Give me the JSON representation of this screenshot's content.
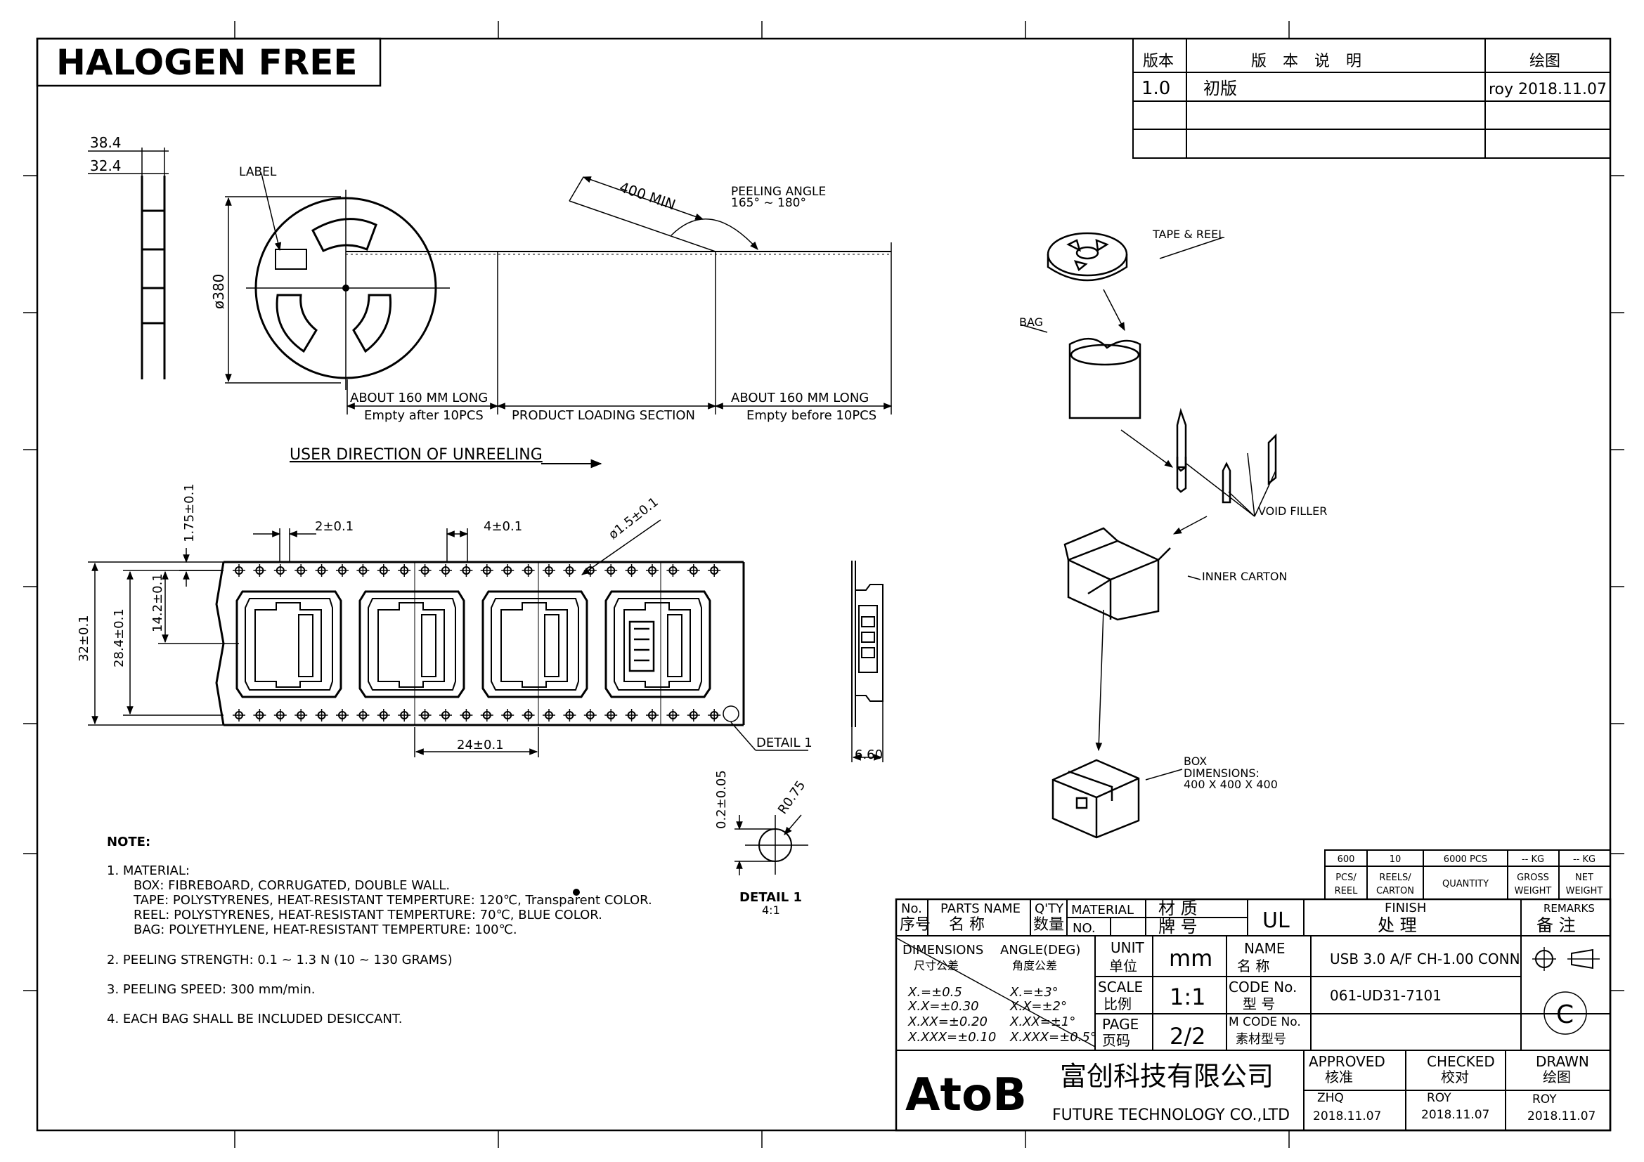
{
  "header": {
    "halogen_free": "HALOGEN FREE"
  },
  "revision_table": {
    "col_version": "版本",
    "col_description": "版 本 说 明",
    "col_drawn": "绘图",
    "row": {
      "version": "1.0",
      "description": "初版",
      "drawn": "roy 2018.11.07"
    }
  },
  "reel_view": {
    "dim_width_outer": "38.4",
    "dim_width_inner": "32.4",
    "label": "LABEL",
    "diameter": "ø380",
    "length_400": "400 MIN",
    "peeling_angle_title": "PEELING ANGLE",
    "peeling_angle_value": "165° ~ 180°",
    "about_left": "ABOUT 160 MM LONG",
    "empty_after": "Empty after 10PCS",
    "loading_section": "PRODUCT LOADING SECTION",
    "about_right": "ABOUT 160 MM LONG",
    "empty_before": "Empty before 10PCS",
    "user_direction": "USER DIRECTION OF UNREELING"
  },
  "tape_view": {
    "dim_1_75": "1.75±0.1",
    "dim_2": "2±0.1",
    "dim_4": "4±0.1",
    "dim_hole": "ø1.5±0.1",
    "dim_14_2": "14.2±0.1",
    "dim_28_4": "28.4±0.1",
    "dim_32": "32±0.1",
    "dim_24": "24±0.1",
    "detail_ref": "DETAIL 1",
    "side_660": "6.60",
    "detail_0_2": "0.2±0.05",
    "detail_r": "R0.75",
    "detail_title": "DETAIL 1",
    "detail_scale": "4:1"
  },
  "packing": {
    "tape_reel": "TAPE & REEL",
    "bag": "BAG",
    "void_filler": "VOID FILLER",
    "inner_carton": "INNER CARTON",
    "box": "BOX",
    "box_dims_label": "DIMENSIONS:",
    "box_dims": "400 X 400 X 400"
  },
  "notes": {
    "title": "NOTE:",
    "n1": "1. MATERIAL:",
    "n1_box": "BOX: FIBREBOARD, CORRUGATED, DOUBLE WALL.",
    "n1_tape": "TAPE: POLYSTYRENES, HEAT-RESISTANT TEMPERTURE: 120℃, Transparent COLOR.",
    "n1_reel": "REEL: POLYSTYRENES, HEAT-RESISTANT TEMPERTURE: 70℃, BLUE COLOR.",
    "n1_bag": "BAG: POLYETHYLENE, HEAT-RESISTANT TEMPERTURE: 100℃.",
    "n2": "2. PEELING STRENGTH: 0.1 ~ 1.3 N (10 ~ 130 GRAMS)",
    "n3": "3. PEELING SPEED: 300 mm/min.",
    "n4": "4. EACH BAG SHALL BE INCLUDED DESICCANT."
  },
  "quantity_table": {
    "pcs_reel_val": "600",
    "reels_carton_val": "10",
    "quantity_val": "6000 PCS",
    "gross_val": "-- KG",
    "net_val": "-- KG",
    "pcs_reel_1": "PCS/",
    "pcs_reel_2": "REEL",
    "reels_carton_1": "REELS/",
    "reels_carton_2": "CARTON",
    "quantity": "QUANTITY",
    "gross_1": "GROSS",
    "gross_2": "WEIGHT",
    "net_1": "NET",
    "net_2": "WEIGHT"
  },
  "title_block": {
    "no_en": "No.",
    "no_cn": "序号",
    "parts_name_en": "PARTS NAME",
    "parts_name_cn": "名 称",
    "qty_en": "Q'TY",
    "qty_cn": "数量",
    "material_en": "MATERIAL",
    "material_cn": "材 质",
    "no2": "NO.",
    "brand_cn": "牌 号",
    "ul": "UL",
    "finish_en": "FINISH",
    "finish_cn": "处 理",
    "remarks_en": "REMARKS",
    "remarks_cn": "备 注",
    "dimensions_en": "DIMENSIONS",
    "dimensions_cn": "尺寸公差",
    "angle_en": "ANGLE(DEG)",
    "angle_cn": "角度公差",
    "tol_1": "X.=±0.5",
    "tol_2": "X.X=±0.30",
    "tol_3": "X.XX=±0.20",
    "tol_4": "X.XXX=±0.10",
    "ang_1": "X.=±3°",
    "ang_2": "X.X=±2°",
    "ang_3": "X.XX=±1°",
    "ang_4": "X.XXX=±0.5°",
    "unit_en": "UNIT",
    "unit_cn": "单位",
    "unit_val": "mm",
    "scale_en": "SCALE",
    "scale_cn": "比例",
    "scale_val": "1:1",
    "page_en": "PAGE",
    "page_cn": "页码",
    "page_val": "2/2",
    "name_en": "NAME",
    "name_cn": "名 称",
    "name_val": "USB 3.0 A/F CH-1.00 CONN",
    "code_en": "CODE No.",
    "code_cn": "型 号",
    "code_val": "061-UD31-7101",
    "mcode_en": "M CODE No.",
    "mcode_cn": "素材型号",
    "c_mark": "C",
    "logo": "AtoB",
    "company_cn": "富创科技有限公司",
    "company_en": "FUTURE TECHNOLOGY CO.,LTD",
    "approved_en": "APPROVED",
    "approved_cn": "核准",
    "approved_name": "ZHQ",
    "approved_date": "2018.11.07",
    "checked_en": "CHECKED",
    "checked_cn": "校对",
    "checked_name": "ROY",
    "checked_date": "2018.11.07",
    "drawn_en": "DRAWN",
    "drawn_cn": "绘图",
    "drawn_name": "ROY",
    "drawn_date": "2018.11.07"
  }
}
